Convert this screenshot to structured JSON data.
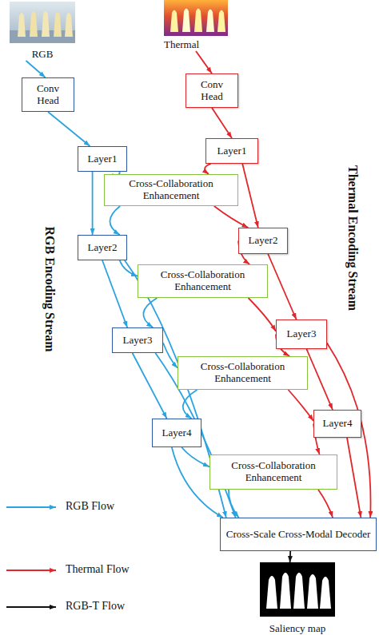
{
  "diagram": {
    "nodes": [
      {
        "text": [
          "RGB"
        ]
      },
      {
        "text": [
          "Thermal"
        ]
      },
      {
        "text": [
          "Conv Head"
        ]
      },
      {
        "text": [
          "Conv Head"
        ]
      },
      {
        "text": [
          "Layer1"
        ]
      },
      {
        "text": [
          "Layer1"
        ]
      },
      {
        "text": [
          "Cross-Collaboration Enhancement"
        ]
      },
      {
        "text": [
          "Layer2"
        ]
      },
      {
        "text": [
          "Layer2"
        ]
      },
      {
        "text": [
          "Cross-Collaboration Enhancement"
        ]
      },
      {
        "text": [
          "Layer3"
        ]
      },
      {
        "text": [
          "Layer3"
        ]
      },
      {
        "text": [
          "Cross-Collaboration Enhancement"
        ]
      },
      {
        "text": [
          "Layer4"
        ]
      },
      {
        "text": [
          "Layer4"
        ]
      },
      {
        "text": [
          "Cross-Collaboration Enhancement"
        ]
      },
      {
        "text": [
          "Cross-Scale Cross-Modal Decoder"
        ]
      },
      {
        "text": [
          "Saliency map"
        ]
      }
    ],
    "edges": [
      {
        "from": 0,
        "to": 2,
        "arrow": "to"
      },
      {
        "from": 1,
        "to": 3,
        "arrow": "to"
      },
      {
        "from": 2,
        "to": 4,
        "arrow": "to"
      },
      {
        "from": 3,
        "to": 5,
        "arrow": "to"
      },
      {
        "from": 4,
        "to": 7,
        "arrow": "to"
      },
      {
        "from": 4,
        "to": 6,
        "arrow": "to"
      },
      {
        "from": 5,
        "to": 6,
        "arrow": "to"
      },
      {
        "from": 5,
        "to": 8,
        "arrow": "to"
      },
      {
        "from": 6,
        "to": 7,
        "arrow": "to"
      },
      {
        "from": 6,
        "to": 8,
        "arrow": "to"
      },
      {
        "from": 7,
        "to": 10,
        "arrow": "to"
      },
      {
        "from": 7,
        "to": 9,
        "arrow": "to"
      },
      {
        "from": 8,
        "to": 9,
        "arrow": "to"
      },
      {
        "from": 8,
        "to": 11,
        "arrow": "to"
      },
      {
        "from": 9,
        "to": 10,
        "arrow": "to"
      },
      {
        "from": 9,
        "to": 11,
        "arrow": "to"
      },
      {
        "from": 7,
        "to": 16,
        "arrow": "to"
      },
      {
        "from": 10,
        "to": 13,
        "arrow": "to"
      },
      {
        "from": 10,
        "to": 12,
        "arrow": "to"
      },
      {
        "from": 11,
        "to": 12,
        "arrow": "to"
      },
      {
        "from": 11,
        "to": 14,
        "arrow": "to"
      },
      {
        "from": 12,
        "to": 13,
        "arrow": "to"
      },
      {
        "from": 12,
        "to": 14,
        "arrow": "to"
      },
      {
        "from": 10,
        "to": 16,
        "arrow": "to"
      },
      {
        "from": 11,
        "to": 16,
        "arrow": "to"
      },
      {
        "from": 13,
        "to": 15,
        "arrow": "to"
      },
      {
        "from": 14,
        "to": 15,
        "arrow": "to"
      },
      {
        "from": 13,
        "to": 16,
        "arrow": "to"
      },
      {
        "from": 15,
        "to": 16,
        "arrow": "to"
      },
      {
        "from": 15,
        "to": 16,
        "arrow": "to"
      },
      {
        "from": 14,
        "to": 16,
        "arrow": "to"
      },
      {
        "from": 16,
        "to": 17,
        "arrow": "to"
      }
    ],
    "labels": [
      "RGB Encoding Stream",
      "Thermal Encoding Stream"
    ],
    "legend": [
      {
        "text": "RGB Flow"
      },
      {
        "text": "Thermal Flow"
      },
      {
        "text": "RGB-T Flow"
      }
    ]
  }
}
